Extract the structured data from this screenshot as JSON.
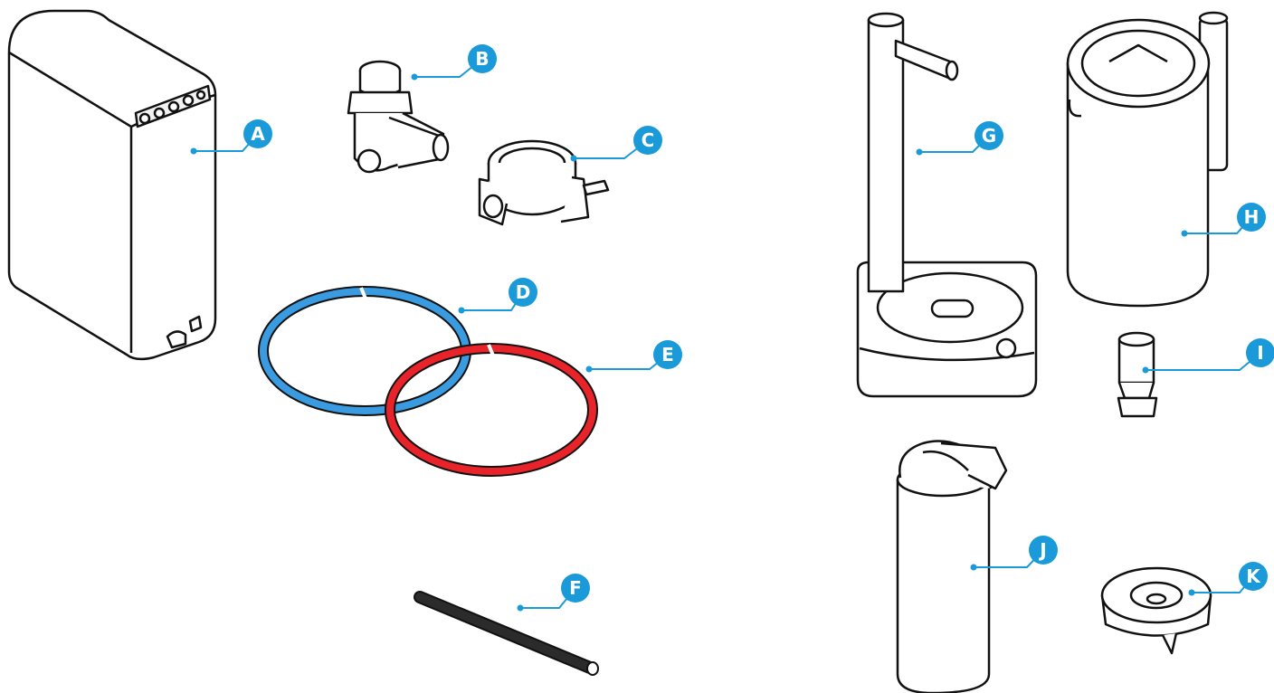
{
  "colors": {
    "accent": "#1a9ad9",
    "outline": "#111111",
    "blue_ring": "#3a9be0",
    "red_ring": "#e8242a",
    "tube": "#2b2b2b"
  },
  "labels": {
    "A": "A",
    "B": "B",
    "C": "C",
    "D": "D",
    "E": "E",
    "F": "F",
    "G": "G",
    "H": "H",
    "I": "I",
    "J": "J",
    "K": "K"
  }
}
